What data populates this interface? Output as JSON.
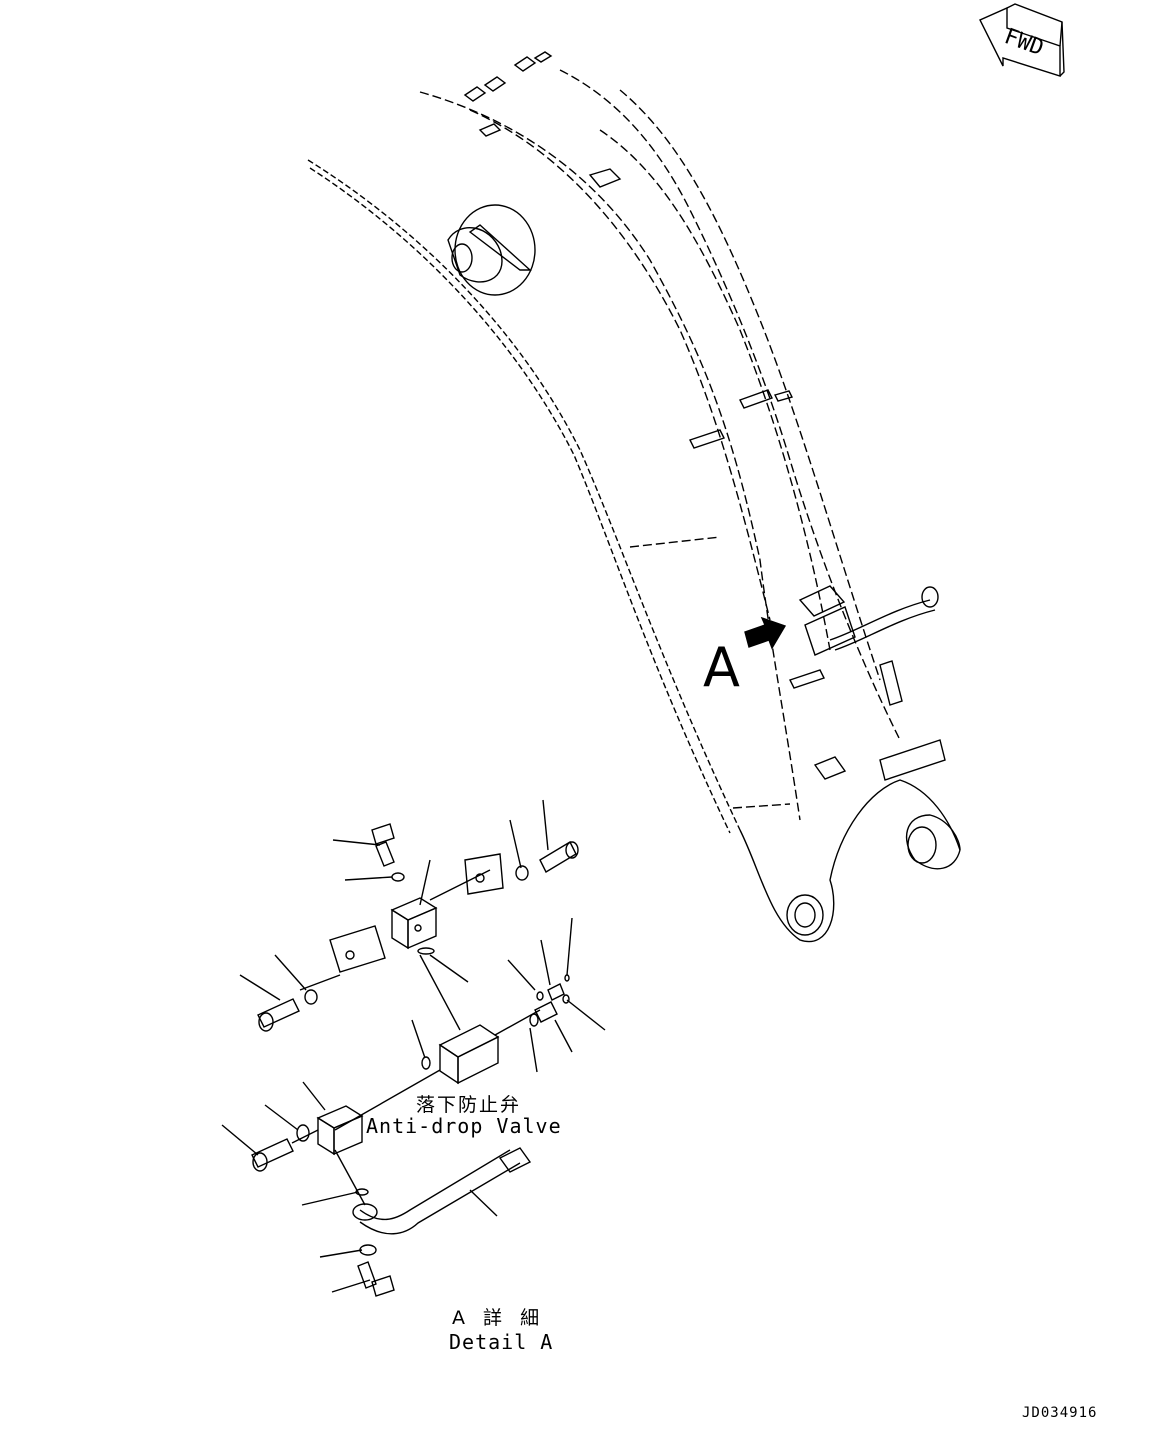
{
  "direction_indicator": {
    "label": "FWD"
  },
  "view_callout": {
    "label": "A"
  },
  "valve_label": {
    "japanese": "落下防止弁",
    "english": "Anti-drop Valve"
  },
  "detail_label": {
    "japanese": "A 詳 細",
    "english": "Detail A"
  },
  "drawing_number": "JD034916",
  "colors": {
    "line": "#000000",
    "background": "#ffffff"
  }
}
